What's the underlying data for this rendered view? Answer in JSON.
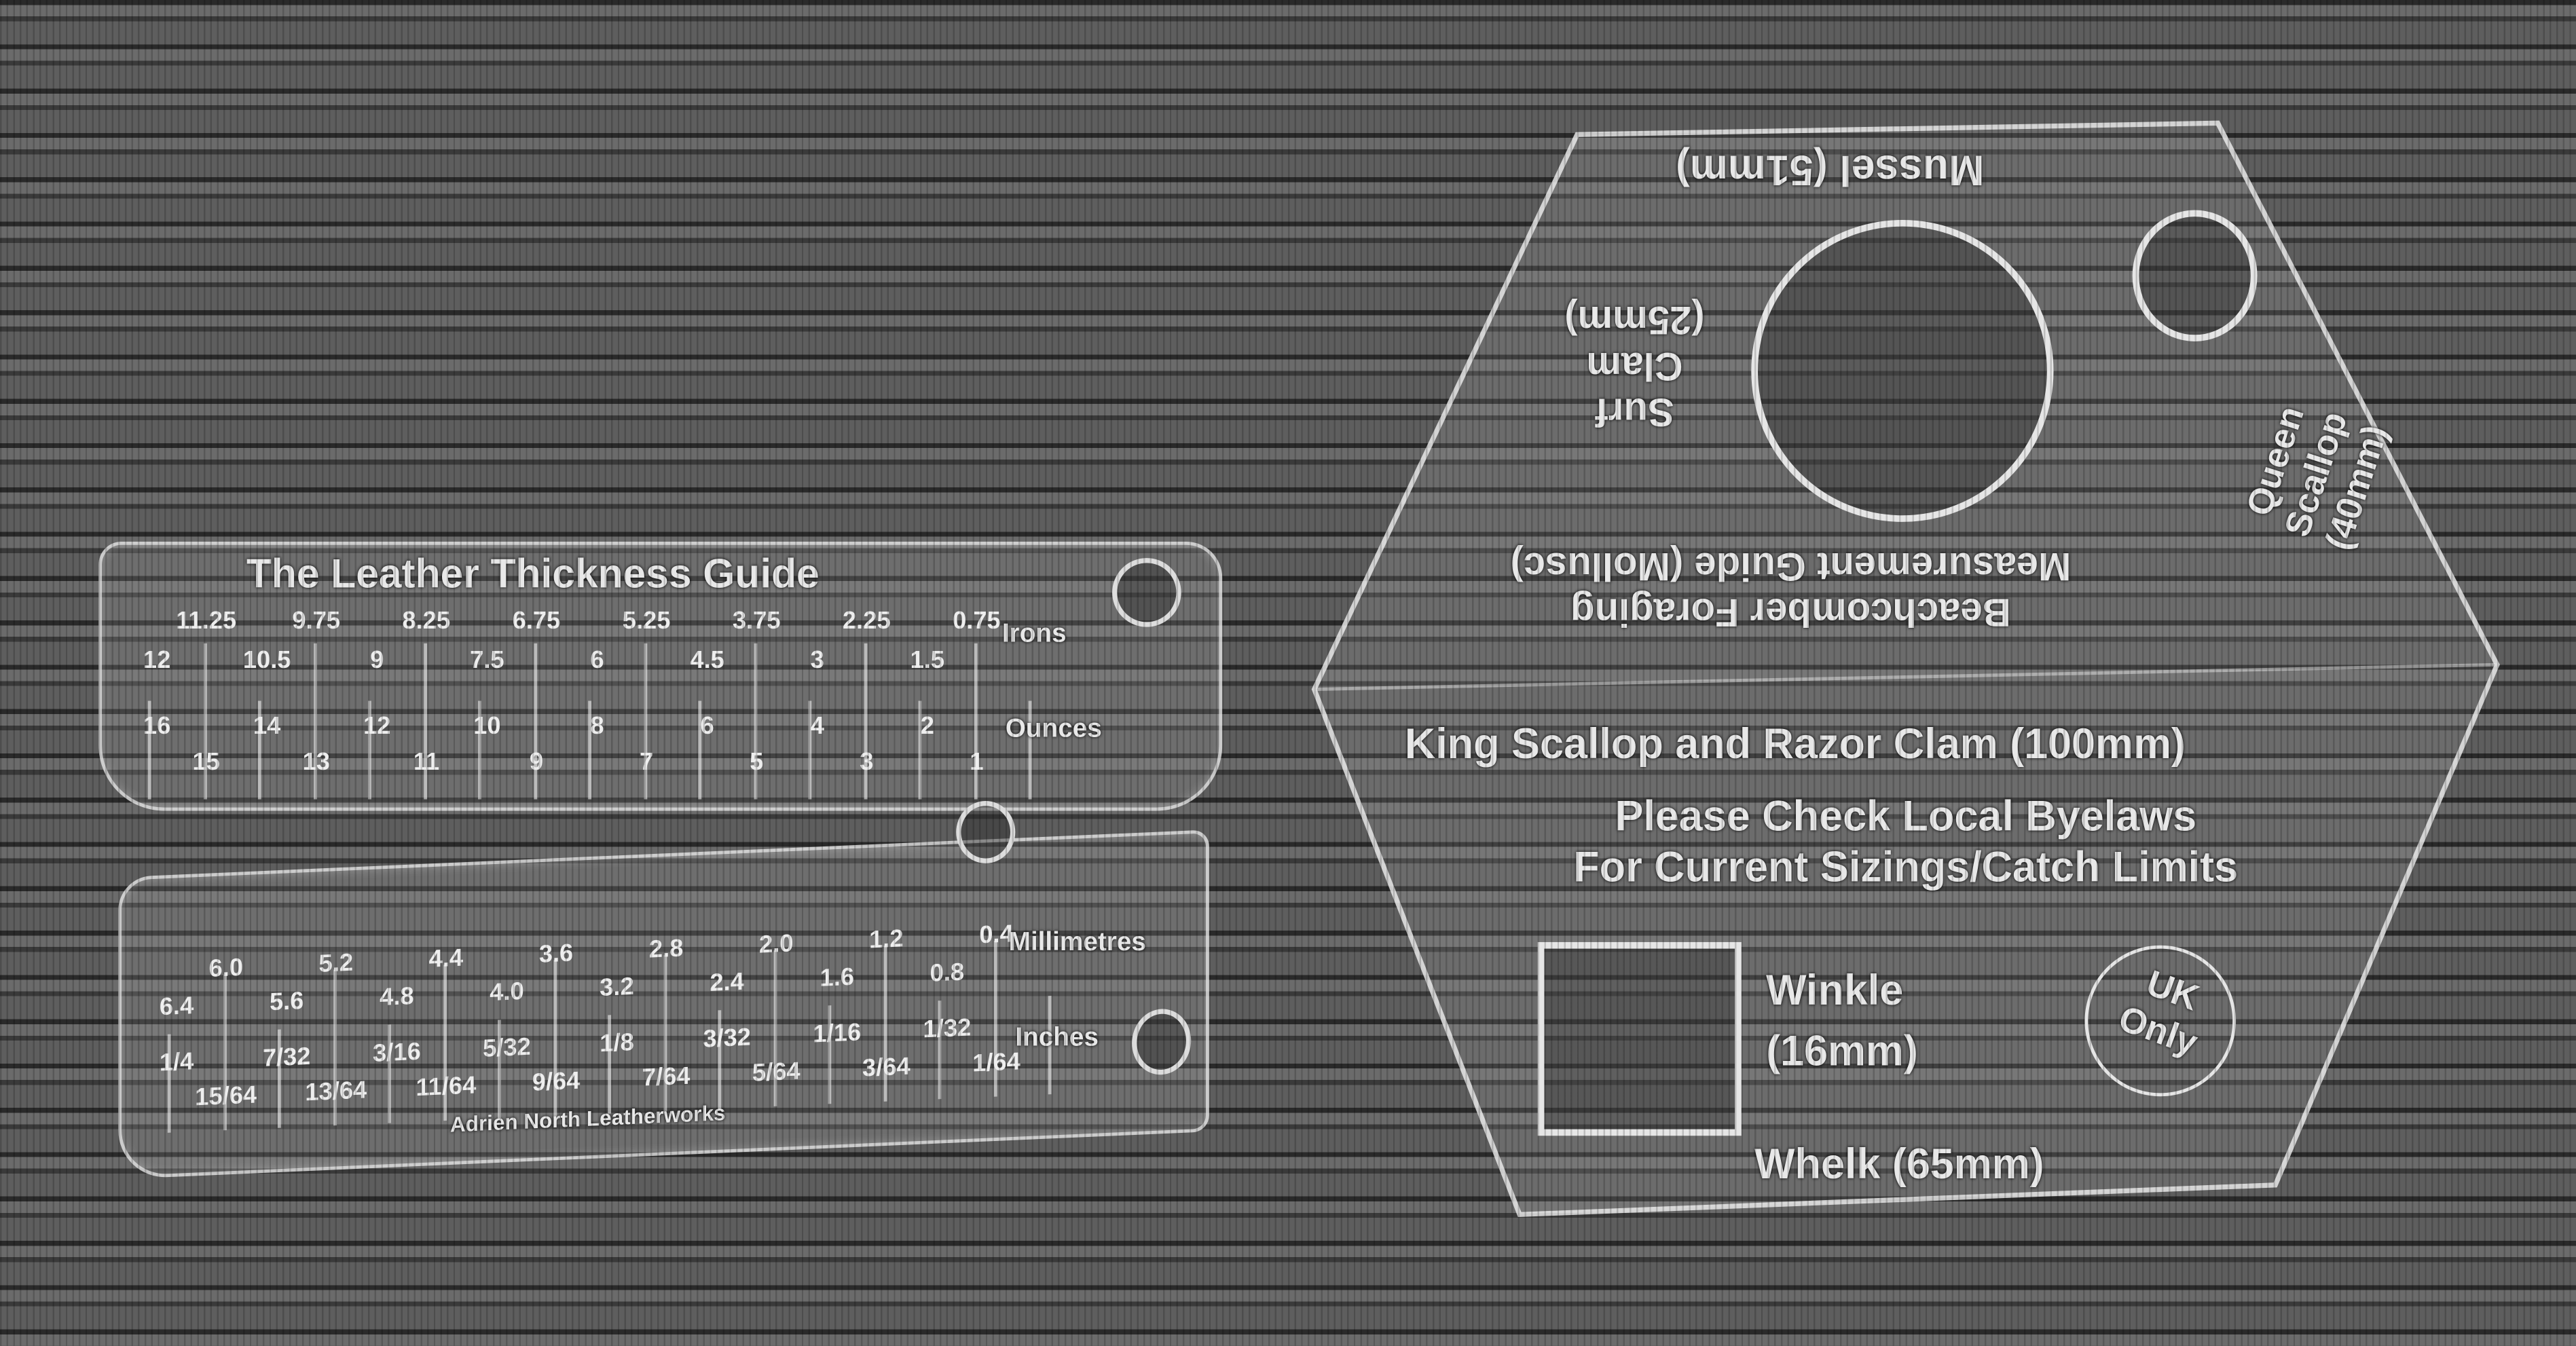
{
  "leather_guide": {
    "title": "The Leather Thickness Guide",
    "irons_label": "Irons",
    "ounces_label": "Ounces",
    "millimetres_label": "Millimetres",
    "inches_label": "Inches",
    "irons_a": [
      "11.25",
      "9.75",
      "8.25",
      "6.75",
      "5.25",
      "3.75",
      "2.25",
      "0.75"
    ],
    "irons_b": [
      "12",
      "10.5",
      "9",
      "7.5",
      "6",
      "4.5",
      "3",
      "1.5"
    ],
    "ounces_a": [
      "16",
      "14",
      "12",
      "10",
      "8",
      "6",
      "4",
      "2"
    ],
    "ounces_b": [
      "15",
      "13",
      "11",
      "9",
      "7",
      "5",
      "3",
      "1"
    ],
    "mm_a": [
      "6.0",
      "5.2",
      "4.4",
      "3.6",
      "2.8",
      "2.0",
      "1.2",
      "0.4"
    ],
    "mm_b": [
      "6.4",
      "5.6",
      "4.8",
      "4.0",
      "3.2",
      "2.4",
      "1.6",
      "0.8"
    ],
    "in_a": [
      "1/4",
      "7/32",
      "3/16",
      "5/32",
      "1/8",
      "3/32",
      "1/16",
      "1/32"
    ],
    "in_b": [
      "15/64",
      "13/64",
      "11/64",
      "9/64",
      "7/64",
      "5/64",
      "3/64",
      "1/64"
    ],
    "maker": "Adrien North Leatherworks"
  },
  "forage_guide": {
    "mussel": "Mussel (51mm)",
    "surf_clam": [
      "Surf",
      "Clam",
      "(25mm)"
    ],
    "queen_scallop": [
      "Queen",
      "Scallop",
      "(40mm)"
    ],
    "title": [
      "Beachcomber Foraging",
      "Measurement Guide (Mollusc)"
    ],
    "king_scallop": "King Scallop and Razor Clam (100mm)",
    "notice": [
      "Please Check Local Byelaws",
      "For Current Sizings/Catch Limits"
    ],
    "winkle": [
      "Winkle",
      "(16mm)"
    ],
    "uk_only": [
      "UK",
      "Only"
    ],
    "whelk": "Whelk (65mm)"
  }
}
